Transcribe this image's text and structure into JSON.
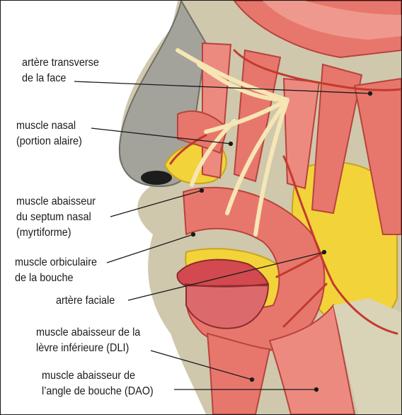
{
  "colors": {
    "skin": "#cfc8ad",
    "skin_shadow": "#9d9d92",
    "muscle": "#e7776c",
    "muscle_dark": "#b8433c",
    "fat": "#f2d33a",
    "fat_edge": "#c9a51c",
    "nerve": "#f6e6b4",
    "artery": "#c23a2e",
    "lip": "#d24a4f",
    "leader": "#1a1a1a"
  },
  "labels": [
    {
      "id": "transverse-facial-artery",
      "lines": [
        "artère transverse",
        "de la face"
      ]
    },
    {
      "id": "nasalis-alar",
      "lines": [
        "muscle nasal",
        "(portion alaire)"
      ]
    },
    {
      "id": "depressor-septi",
      "lines": [
        "muscle abaisseur",
        "du septum nasal",
        "(myrtiforme)"
      ]
    },
    {
      "id": "orbicularis-oris",
      "lines": [
        "muscle orbiculaire",
        "de la bouche"
      ]
    },
    {
      "id": "facial-artery",
      "lines": [
        "artère faciale"
      ]
    },
    {
      "id": "dli",
      "lines": [
        "muscle abaisseur de la",
        "lèvre inférieure (DLI)"
      ]
    },
    {
      "id": "dao",
      "lines": [
        "muscle abaisseur de",
        "l’angle de bouche (DAO)"
      ]
    }
  ]
}
